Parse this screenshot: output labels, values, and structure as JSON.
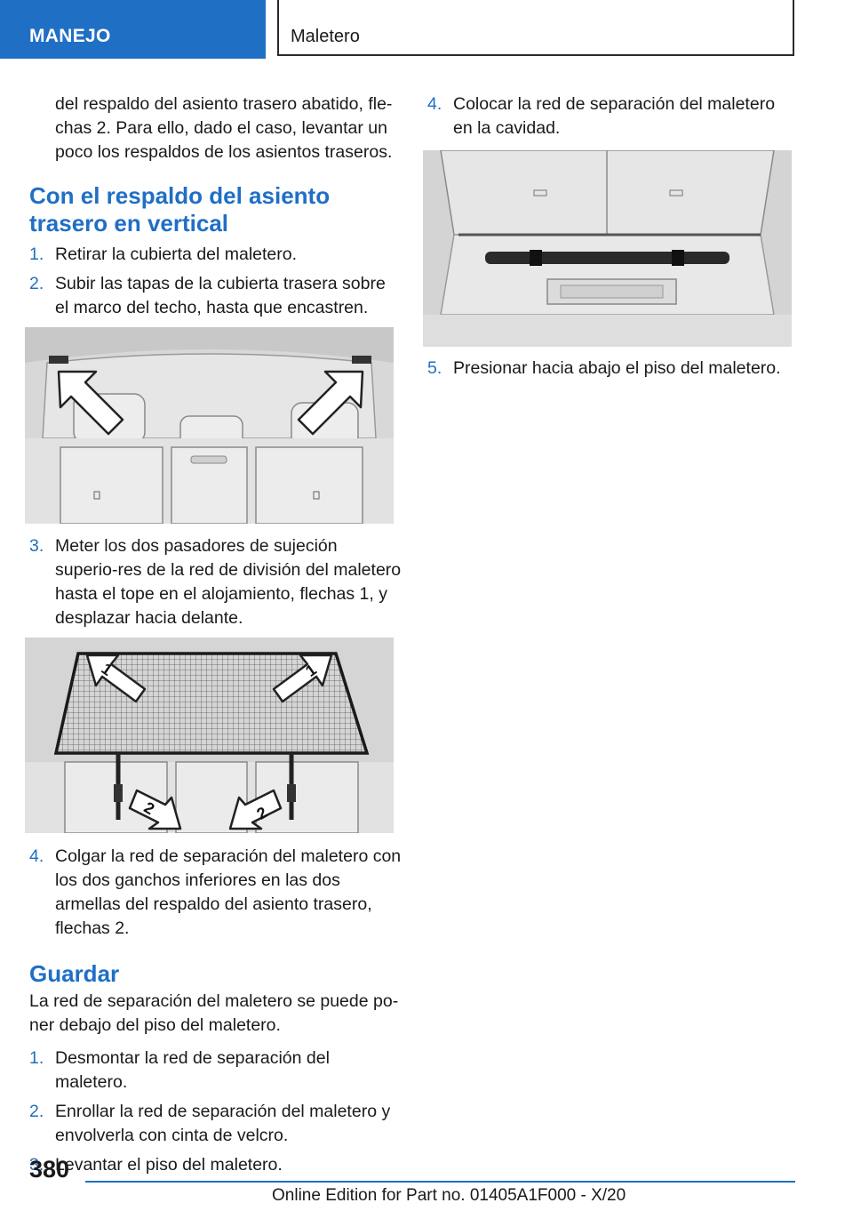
{
  "header": {
    "section": "MANEJO",
    "title": "Maletero"
  },
  "left": {
    "intro": "del respaldo del asiento trasero abatido, fle‐chas 2. Para ello, dado el caso, levantar un poco los respaldos de los asientos traseros.",
    "heading1": "Con el respaldo del asiento trasero en vertical",
    "steps_a": [
      {
        "n": "1.",
        "text": "Retirar la cubierta del maletero."
      },
      {
        "n": "2.",
        "text": "Subir las tapas de la cubierta trasera sobre el marco del techo, hasta que encastren."
      }
    ],
    "step3": {
      "n": "3.",
      "text": "Meter los dos pasadores de sujeción superio‐res de la red de división del maletero hasta el tope en el alojamiento, flechas 1, y desplazar hacia delante."
    },
    "fig2_labels": {
      "top_left": "1",
      "top_right": "1",
      "bottom_left": "2",
      "bottom_right": "2"
    },
    "step4": {
      "n": "4.",
      "text": "Colgar la red de separación del maletero con los dos ganchos inferiores en las dos armellas del respaldo del asiento trasero, flechas 2."
    },
    "heading2": "Guardar",
    "guardar_para": "La red de separación del maletero se puede po‐ner debajo del piso del maletero.",
    "steps_b": [
      {
        "n": "1.",
        "text": "Desmontar la red de separación del maletero."
      },
      {
        "n": "2.",
        "text": "Enrollar la red de separación del maletero y envolverla con cinta de velcro."
      },
      {
        "n": "3.",
        "text": "Levantar el piso del maletero."
      }
    ]
  },
  "right": {
    "step4": {
      "n": "4.",
      "text": "Colocar la red de separación del maletero en la cavidad."
    },
    "step5": {
      "n": "5.",
      "text": "Presionar hacia abajo el piso del maletero."
    }
  },
  "footer": {
    "page": "380",
    "edition": "Online Edition for Part no. 01405A1F000 - X/20"
  }
}
